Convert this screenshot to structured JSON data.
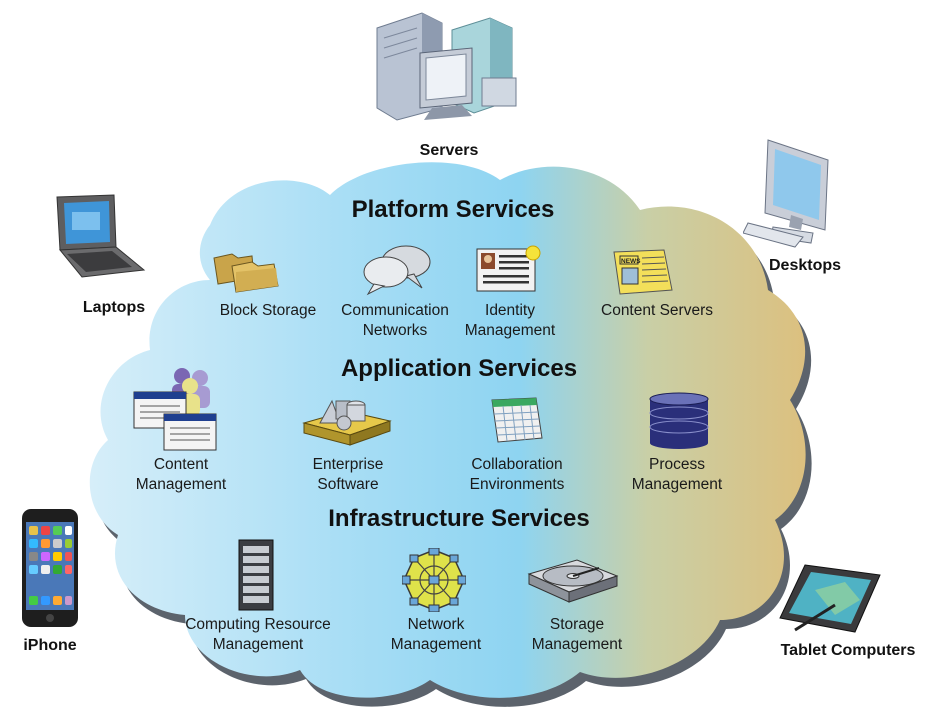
{
  "devices": {
    "servers": "Servers",
    "laptops": "Laptops",
    "desktops": "Desktops",
    "iphone": "iPhone",
    "tablets": "Tablet Computers"
  },
  "platform": {
    "title": "Platform Services",
    "items": [
      {
        "line1": "Block Storage",
        "line2": ""
      },
      {
        "line1": "Communication",
        "line2": "Networks"
      },
      {
        "line1": "Identity",
        "line2": "Management"
      },
      {
        "line1": "Content Servers",
        "line2": ""
      }
    ]
  },
  "application": {
    "title": "Application Services",
    "items": [
      {
        "line1": "Content",
        "line2": "Management"
      },
      {
        "line1": "Enterprise",
        "line2": "Software"
      },
      {
        "line1": "Collaboration",
        "line2": "Environments"
      },
      {
        "line1": "Process",
        "line2": "Management"
      }
    ]
  },
  "infrastructure": {
    "title": "Infrastructure Services",
    "items": [
      {
        "line1": "Computing Resource",
        "line2": "Management"
      },
      {
        "line1": "Network",
        "line2": "Management"
      },
      {
        "line1": "Storage",
        "line2": "Management"
      }
    ]
  },
  "icons": {
    "news": "NEWS"
  },
  "colors": {
    "cloud_left": "#cfe9f8",
    "cloud_mid": "#8fd3f2",
    "cloud_right": "#d9c184",
    "cloud_shadow": "#5f6670"
  }
}
